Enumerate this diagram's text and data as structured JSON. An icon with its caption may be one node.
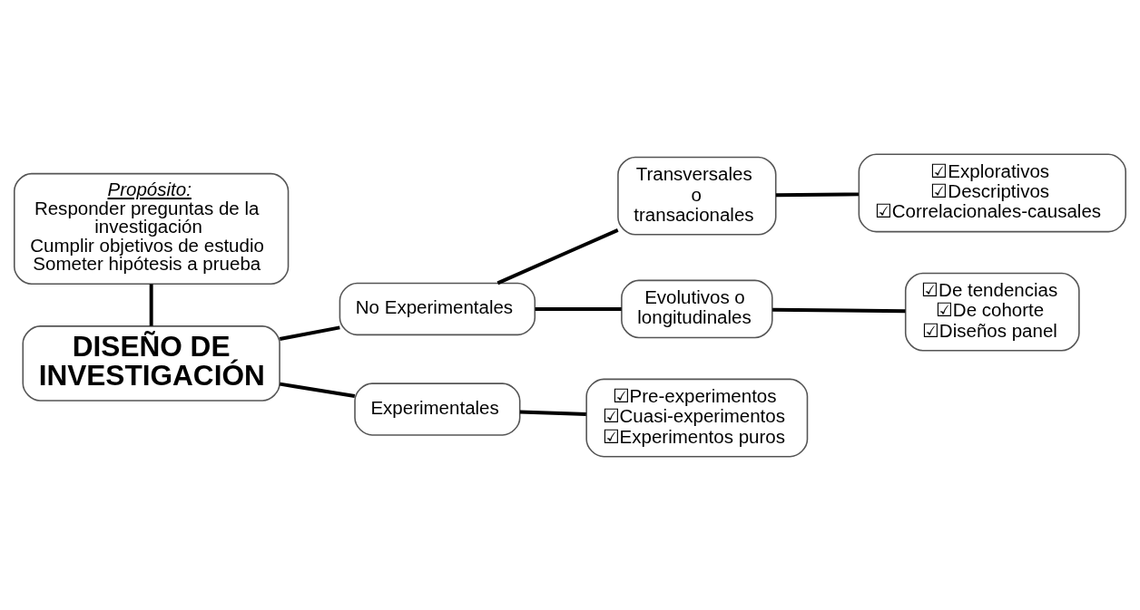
{
  "diagram": {
    "nodes": [
      {
        "text": [
          "Propósito:",
          "Responder preguntas de la investigación",
          "Cumplir objetivos de estudio",
          "Someter hipótesis a prueba"
        ]
      },
      {
        "text": [
          "DISEÑO DE INVESTIGACIÓN"
        ]
      },
      {
        "text": [
          "No Experimentales"
        ]
      },
      {
        "text": [
          "Experimentales"
        ]
      },
      {
        "text": [
          "Transversales o transacionales"
        ]
      },
      {
        "text": [
          "Evolutivos o longitudinales"
        ]
      },
      {
        "text": [
          "☑Explorativos",
          "☑Descriptivos",
          "☑Correlacionales-causales"
        ]
      },
      {
        "text": [
          "☑De tendencias",
          "☑De cohorte",
          "☑Diseños panel"
        ]
      },
      {
        "text": [
          "☑Pre-experimentos",
          "☑Cuasi-experimentos",
          "☑Experimentos puros"
        ]
      }
    ],
    "edges": [
      {
        "from": 0,
        "to": 1,
        "arrow": "none"
      },
      {
        "from": 1,
        "to": 2,
        "arrow": "none"
      },
      {
        "from": 1,
        "to": 3,
        "arrow": "none"
      },
      {
        "from": 2,
        "to": 4,
        "arrow": "none"
      },
      {
        "from": 2,
        "to": 5,
        "arrow": "none"
      },
      {
        "from": 4,
        "to": 6,
        "arrow": "none"
      },
      {
        "from": 5,
        "to": 7,
        "arrow": "none"
      },
      {
        "from": 3,
        "to": 8,
        "arrow": "none"
      }
    ]
  }
}
